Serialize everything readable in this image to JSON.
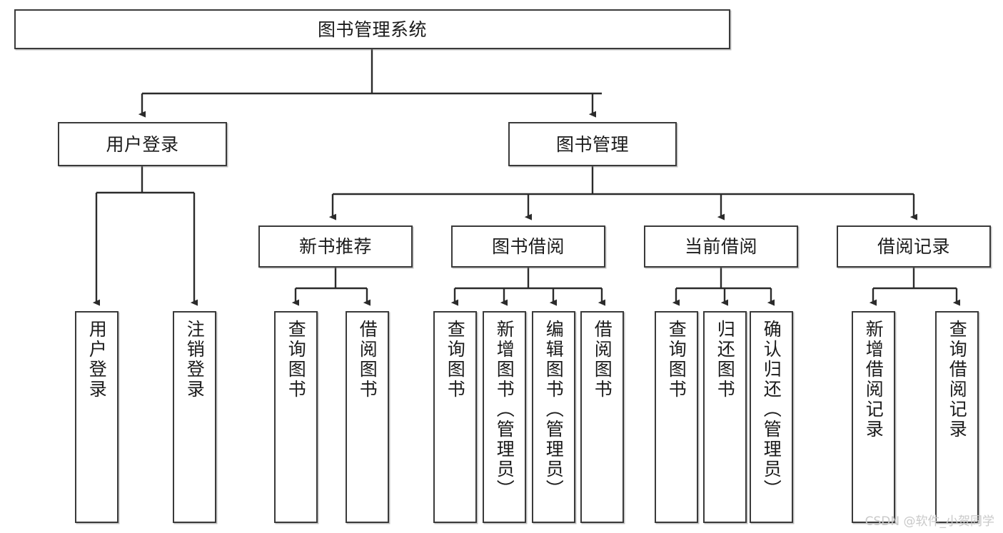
{
  "diagram": {
    "title": "图书管理系统",
    "type": "hierarchy-tree",
    "watermark": "CSDN @软件_小贺同学",
    "colors": {
      "box_border": "#3a3a3a",
      "box_fill": "#ffffff",
      "connector": "#2b2b2b",
      "text": "#1b1b1b",
      "watermark": "#c9c9c9"
    },
    "nodes": {
      "root": {
        "label": "图书管理系统"
      },
      "level2": [
        {
          "id": "user-login",
          "label": "用户登录"
        },
        {
          "id": "book-management",
          "label": "图书管理"
        }
      ],
      "level3": [
        {
          "id": "new-book-recommend",
          "label": "新书推荐"
        },
        {
          "id": "book-borrow",
          "label": "图书借阅"
        },
        {
          "id": "current-borrow",
          "label": "当前借阅"
        },
        {
          "id": "borrow-record",
          "label": "借阅记录"
        }
      ],
      "leaves": {
        "user_login": [
          {
            "id": "leaf-user-login",
            "label": "用户登录"
          },
          {
            "id": "leaf-logout",
            "label": "注销登录"
          }
        ],
        "new_book_recommend": [
          {
            "id": "leaf-query-book-1",
            "label": "查询图书"
          },
          {
            "id": "leaf-borrow-book-1",
            "label": "借阅图书"
          }
        ],
        "book_borrow": [
          {
            "id": "leaf-query-book-2",
            "label": "查询图书"
          },
          {
            "id": "leaf-add-book",
            "label": "新增图书（管理员）"
          },
          {
            "id": "leaf-edit-book",
            "label": "编辑图书（管理员）"
          },
          {
            "id": "leaf-borrow-book-2",
            "label": "借阅图书"
          }
        ],
        "current_borrow": [
          {
            "id": "leaf-query-book-3",
            "label": "查询图书"
          },
          {
            "id": "leaf-return-book",
            "label": "归还图书"
          },
          {
            "id": "leaf-confirm-return",
            "label": "确认归还（管理员）"
          }
        ],
        "borrow_record": [
          {
            "id": "leaf-add-record",
            "label": "新增借阅记录"
          },
          {
            "id": "leaf-query-record",
            "label": "查询借阅记录"
          }
        ]
      }
    }
  }
}
